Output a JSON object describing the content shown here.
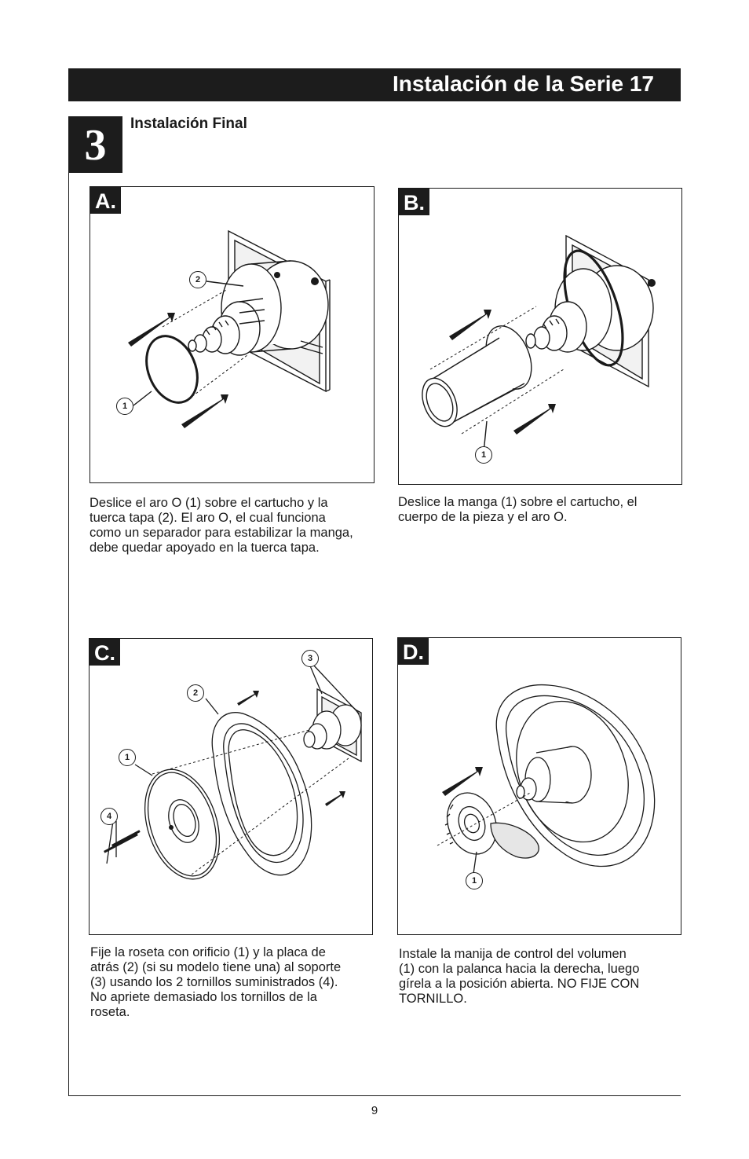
{
  "header": {
    "title": "Instalación de la Serie 17"
  },
  "step": {
    "number": "3",
    "title": "Instalación Final"
  },
  "panels": [
    {
      "label": "A.",
      "caption_lines": [
        "Deslice el aro O (1) sobre el cartucho y la",
        "tuerca tapa (2). El aro O, el cual funciona",
        "como un separador para estabilizar la manga,",
        "debe quedar apoyado en la tuerca tapa."
      ],
      "callouts": [
        "1",
        "2"
      ]
    },
    {
      "label": "B.",
      "caption_lines": [
        "Deslice la manga (1) sobre el cartucho, el",
        "cuerpo de la pieza y el aro O."
      ],
      "callouts": [
        "1"
      ]
    },
    {
      "label": "C.",
      "caption_lines": [
        "Fije la roseta con orificio (1) y la placa de",
        "atrás (2) (si su modelo tiene una) al soporte",
        "(3) usando los 2 tornillos suministrados (4).",
        "No apriete demasiado los tornillos de la",
        "roseta."
      ],
      "callouts": [
        "1",
        "2",
        "3",
        "4"
      ]
    },
    {
      "label": "D.",
      "caption_lines": [
        "Instale la manija de control del volumen",
        "(1) con la palanca hacia la derecha, luego",
        "gírela a la posición abierta. NO FIJE CON",
        "TORNILLO."
      ],
      "callouts": [
        "1"
      ]
    }
  ],
  "page_number": "9"
}
